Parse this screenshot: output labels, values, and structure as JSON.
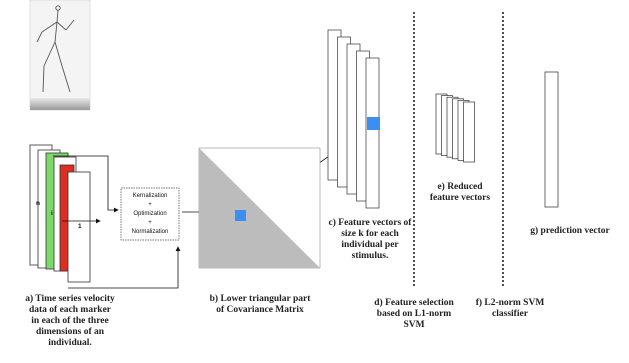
{
  "colors": {
    "green_channel": "#7dd86a",
    "red_channel": "#dd2e22",
    "feature_marker": "#3b8ff0",
    "triangle_fill": "#bcbcbc",
    "dotted_lines": "#222222"
  },
  "skeleton_panel": {
    "icon": "stick-figure-skeleton"
  },
  "time_series": {
    "labels": [
      "n",
      "i",
      "1"
    ]
  },
  "processing_box": {
    "lines": [
      "Kernalization",
      "+",
      "Optimization",
      "+",
      "Normalization"
    ]
  },
  "captions": {
    "a": [
      "a) Time series velocity",
      "data of each marker",
      "in each of the three",
      "dimensions of an",
      "individual."
    ],
    "b": [
      "b) Lower triangular part",
      "of Covariance Matrix"
    ],
    "c": [
      "c) Feature vectors of",
      "size k for each",
      "individual per",
      "stimulus."
    ],
    "d": [
      "d) Feature selection",
      "based on L1-norm",
      "SVM"
    ],
    "e": [
      "e) Reduced",
      "feature vectors"
    ],
    "f": [
      "f) L2-norm SVM",
      "classifier"
    ],
    "g": [
      "g) prediction vector"
    ]
  }
}
